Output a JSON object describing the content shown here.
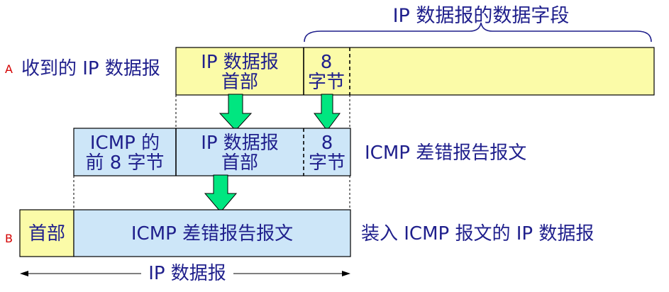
{
  "top_label": "IP 数据报的数据字段",
  "row_a": {
    "marker": "A",
    "label": "收到的 IP 数据报",
    "header_line1": "IP 数据报",
    "header_line2": "首部",
    "eight_line1": "8",
    "eight_line2": "字节"
  },
  "row_icmp": {
    "icmp_line1": "ICMP 的",
    "icmp_line2": "前 8 字节",
    "header_line1": "IP 数据报",
    "header_line2": "首部",
    "eight_line1": "8",
    "eight_line2": "字节",
    "label": "ICMP 差错报告报文"
  },
  "row_b": {
    "marker": "B",
    "header": "首部",
    "body": "ICMP 差错报告报文",
    "label": "装入 ICMP 报文的 IP 数据报"
  },
  "bottom_label": "IP 数据报",
  "colors": {
    "yellow_fill": "#fbfba8",
    "blue_fill": "#cde6f8",
    "arrow_fill": "#00e680",
    "text": "#1f1f8c",
    "marker": "#d40000"
  }
}
